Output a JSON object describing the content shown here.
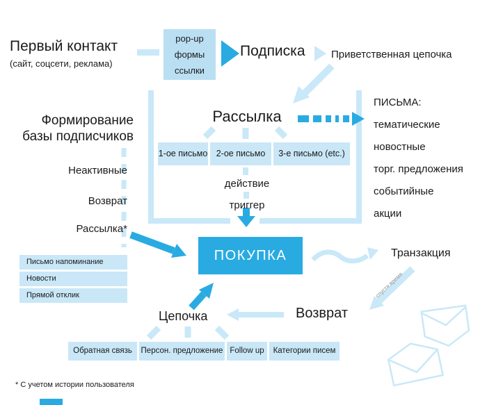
{
  "colors": {
    "accent": "#29abe2",
    "light": "#c9e8f8",
    "box": "#badff2",
    "row": "#c9e7f7",
    "text": "#1a1a1a",
    "muted": "#8a8a8a"
  },
  "top": {
    "first_contact_title": "Первый контакт",
    "first_contact_subtitle": "(сайт, соцсети, реклама)",
    "popup": [
      "pop-up",
      "формы",
      "ссылки"
    ],
    "subscription": "Подписка",
    "welcome_chain": "Приветственная цепочка"
  },
  "mailing": {
    "title": "Рассылка",
    "letters": [
      "1-ое письмо",
      "2-ое письмо",
      "3-е письмо (etc.)"
    ],
    "action": "действие",
    "trigger": "триггер"
  },
  "letters_panel": {
    "title": "ПИСЬМА:",
    "items": [
      "тематические",
      "новостные",
      "торг. предложения",
      "событийные",
      "акции"
    ]
  },
  "left": {
    "formation_title": "Формирование\nбазы подписчиков",
    "items": [
      "Неактивные",
      "Возврат",
      "Рассылка*"
    ],
    "reminders": [
      "Письмо напоминание",
      "Новости",
      "Прямой отклик"
    ]
  },
  "purchase": {
    "label": "ПОКУПКА"
  },
  "transaction": {
    "label": "Транзакция",
    "after_time": "спустя время"
  },
  "return_block": {
    "label": "Возврат"
  },
  "chain": {
    "label": "Цепочка",
    "boxes": [
      "Обратная связь",
      "Персон. предложение",
      "Follow up",
      "Категории писем"
    ]
  },
  "footnote": "* С учетом истории пользователя"
}
